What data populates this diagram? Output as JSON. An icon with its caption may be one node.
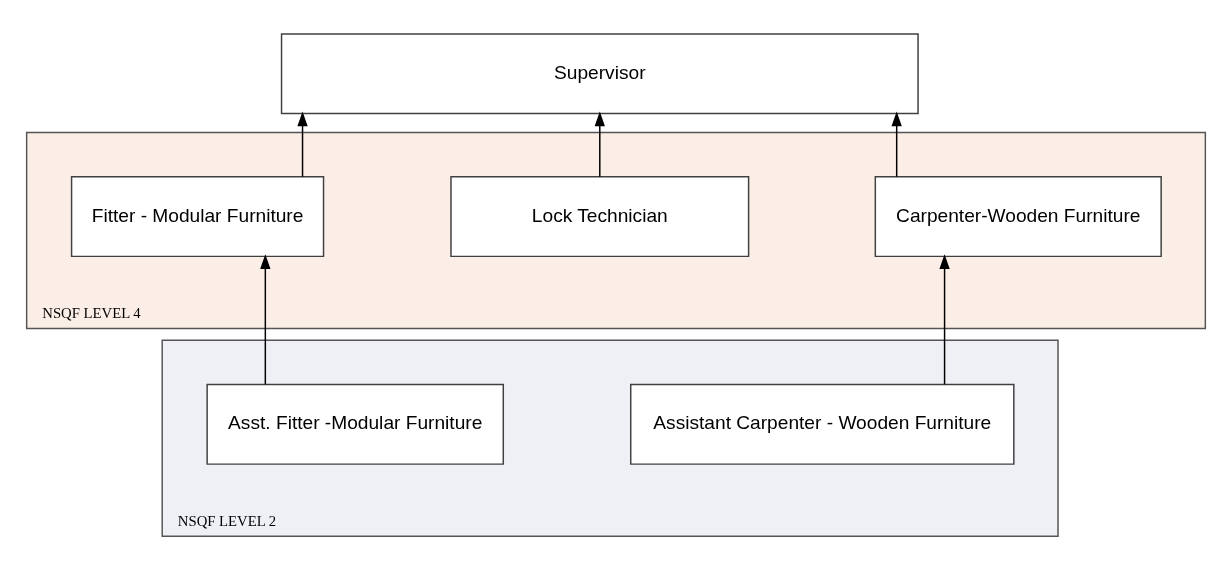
{
  "diagram": {
    "nodes": [
      {
        "text": [
          "Supervisor"
        ]
      },
      {
        "text": [
          "NSQF LEVEL 4"
        ]
      },
      {
        "text": [
          "Carpenter-Wooden Furniture"
        ],
        "in": 1
      },
      {
        "text": [
          "Lock Technician"
        ],
        "in": 1
      },
      {
        "text": [
          "Fitter - Modular Furniture"
        ],
        "in": 1
      },
      {
        "text": [
          "NSQF LEVEL 2"
        ]
      },
      {
        "text": [
          "Assistant Carpenter - Wooden Furniture"
        ],
        "in": 5
      },
      {
        "text": [
          "Asst. Fitter -Modular Furniture"
        ],
        "in": 5
      }
    ],
    "edges": [
      {
        "from": 2,
        "to": 0,
        "arrow": "to"
      },
      {
        "from": 3,
        "to": 0,
        "arrow": "to"
      },
      {
        "from": 4,
        "to": 0,
        "arrow": "to"
      },
      {
        "from": 6,
        "to": 2,
        "arrow": "to"
      },
      {
        "from": 7,
        "to": 4,
        "arrow": "to"
      }
    ]
  }
}
